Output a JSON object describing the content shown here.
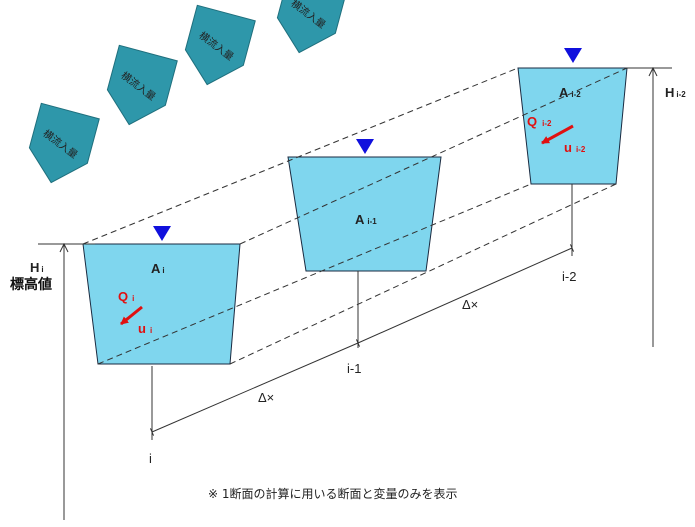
{
  "inflow_label": "横流入量",
  "sections": {
    "i": {
      "area_main": "A",
      "area_sub": "i",
      "discharge_main": "Q",
      "discharge_sub": "i",
      "velocity_main": "u",
      "velocity_sub": "i",
      "index_label": "i"
    },
    "i_minus_1": {
      "area_main": "A",
      "area_sub": "i-1",
      "index_label": "i-1"
    },
    "i_minus_2": {
      "area_main": "A",
      "area_sub": "i-2",
      "discharge_main": "Q",
      "discharge_sub": "i-2",
      "velocity_main": "u",
      "velocity_sub": "i-2",
      "index_label": "i-2"
    }
  },
  "left_height": {
    "main": "H",
    "sub": "i",
    "caption": "標高値"
  },
  "right_height": {
    "main": "H",
    "sub": "i-2"
  },
  "spacing_label": "Δ×",
  "note": "※  1断面の計算に用いる断面と変量のみを表示",
  "colors": {
    "water": "#7fd6ee",
    "inflow_shape": "#2e97aa",
    "water_marker": "#1010dd",
    "arrow": "#e01010"
  }
}
